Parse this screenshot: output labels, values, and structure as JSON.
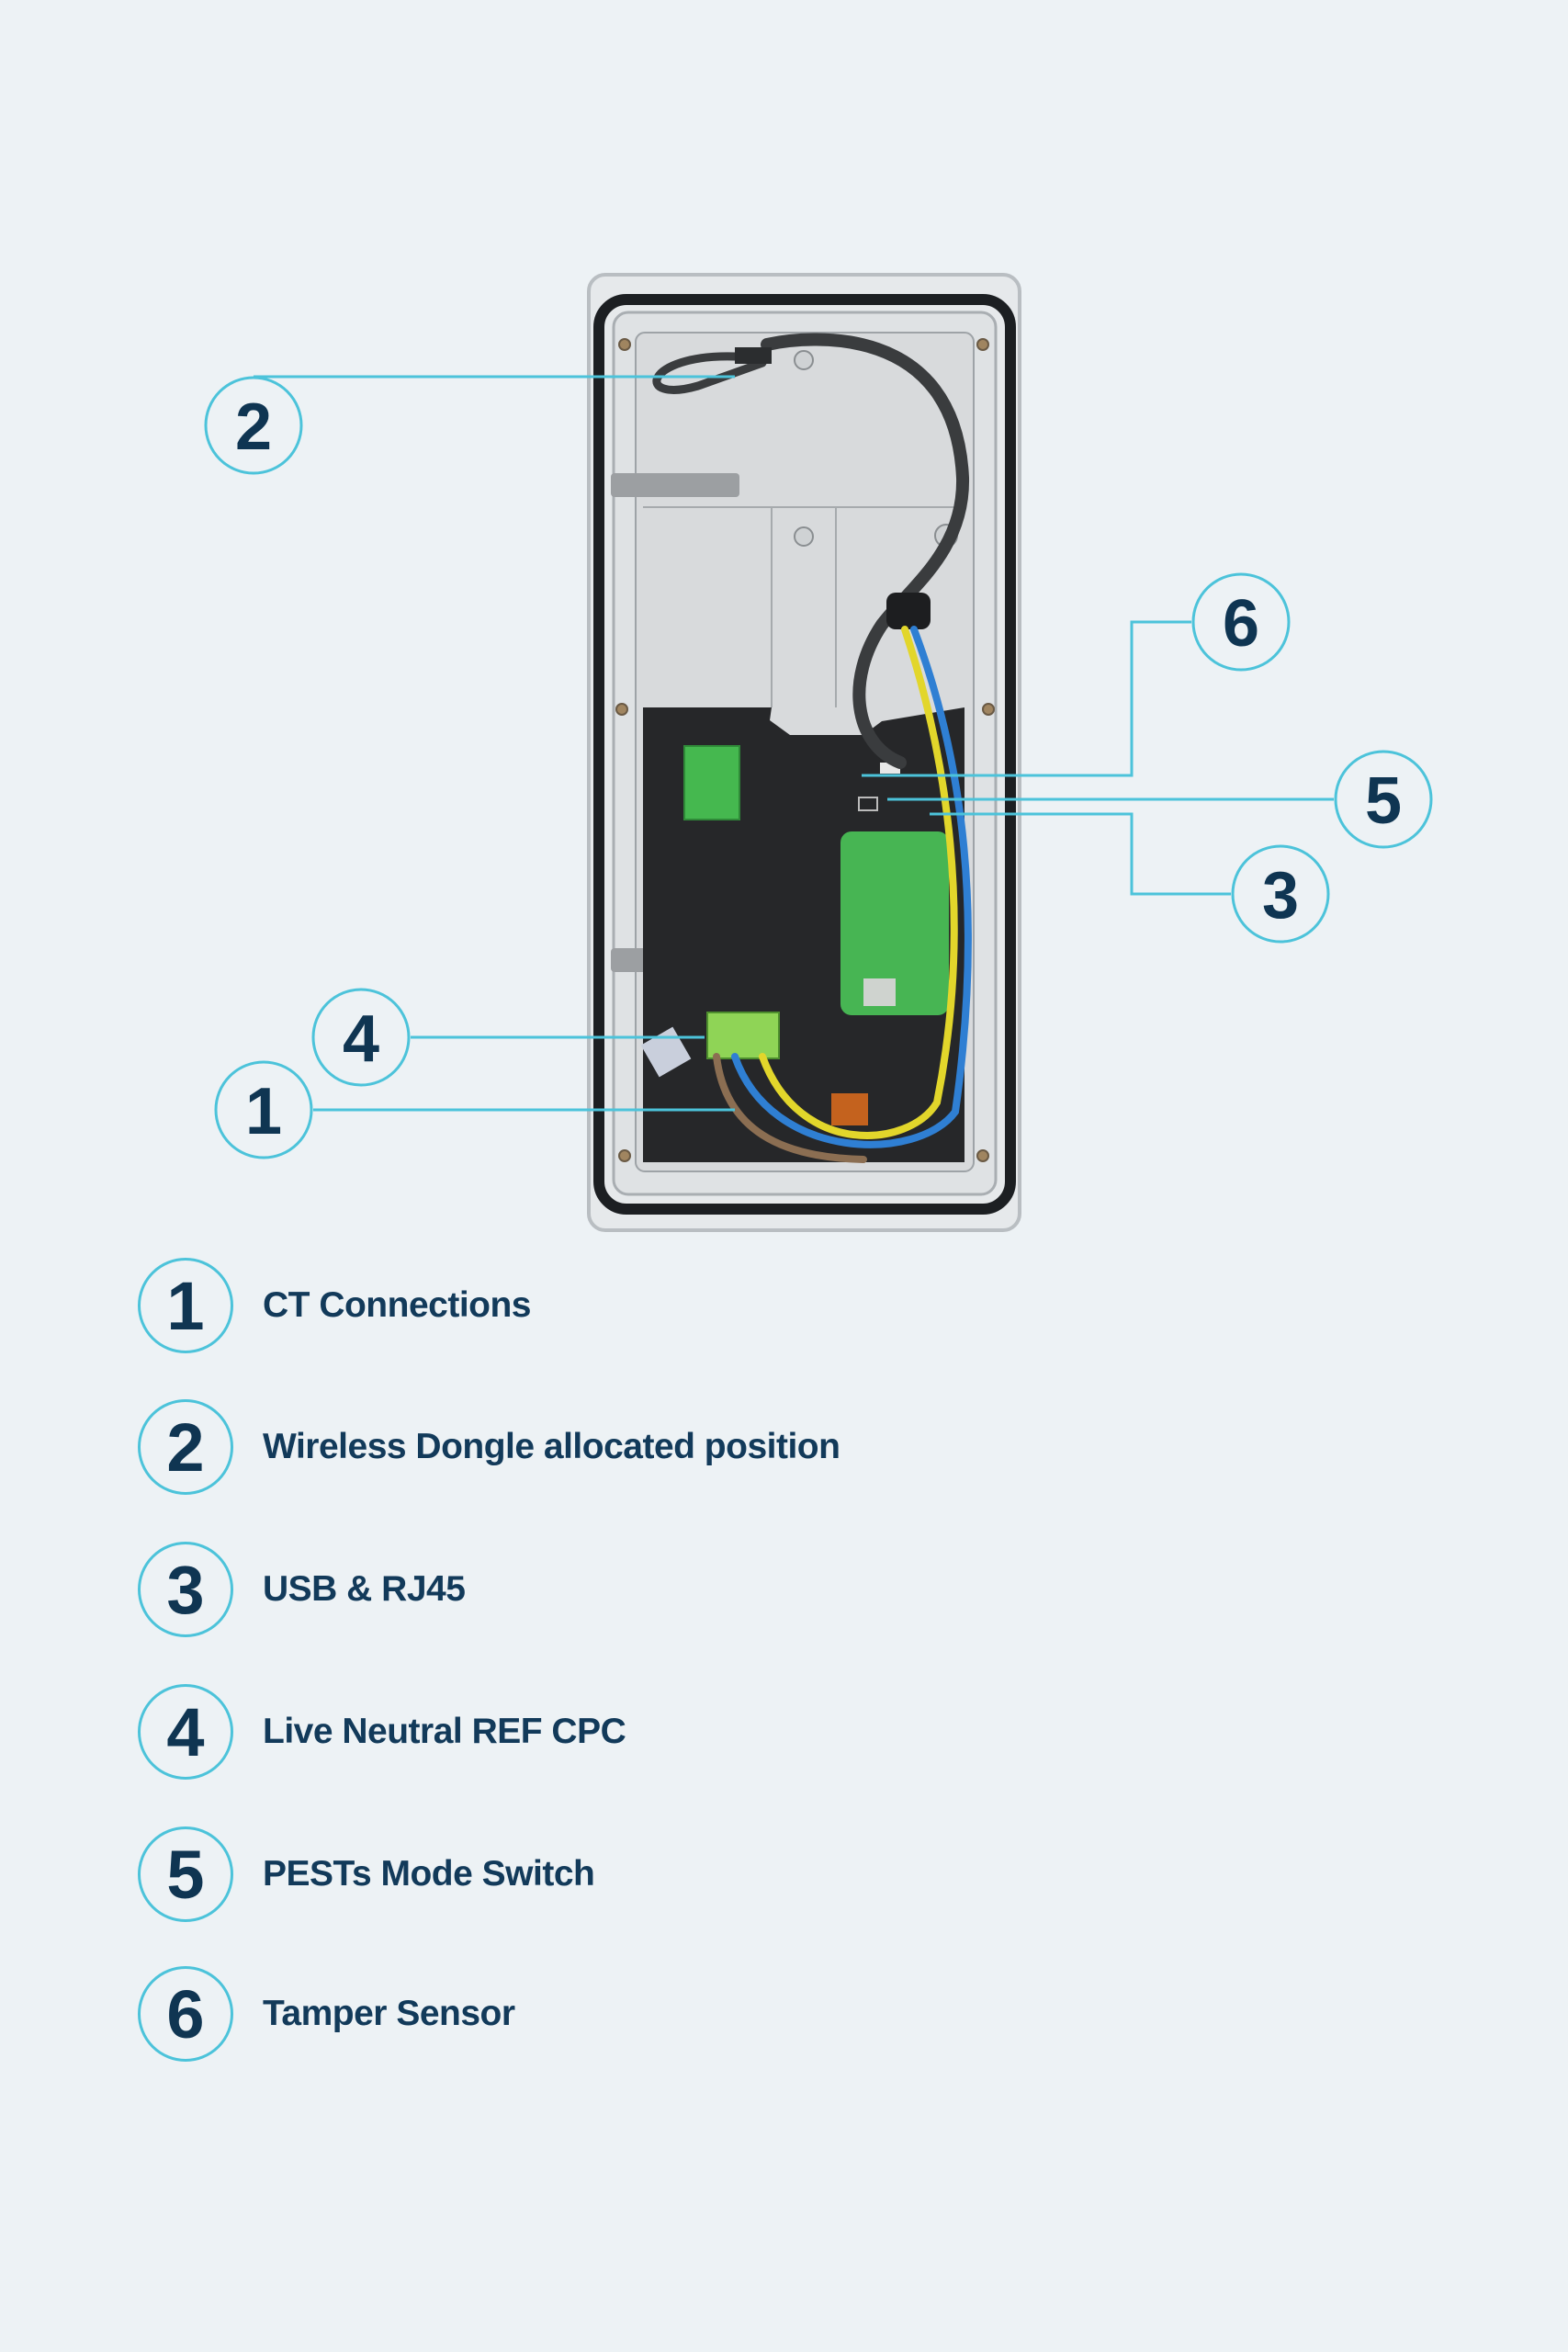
{
  "callouts": [
    "1",
    "2",
    "3",
    "4",
    "5",
    "6"
  ],
  "legend": [
    {
      "number": "1",
      "label": "CT Connections"
    },
    {
      "number": "2",
      "label": "Wireless Dongle allocated position"
    },
    {
      "number": "3",
      "label": "USB & RJ45"
    },
    {
      "number": "4",
      "label": "Live Neutral REF CPC"
    },
    {
      "number": "5",
      "label": "PESTs Mode Switch"
    },
    {
      "number": "6",
      "label": "Tamper Sensor"
    }
  ],
  "colors": {
    "background": "#edf2f5",
    "accent": "#4cc3da",
    "text": "#123a5a"
  }
}
